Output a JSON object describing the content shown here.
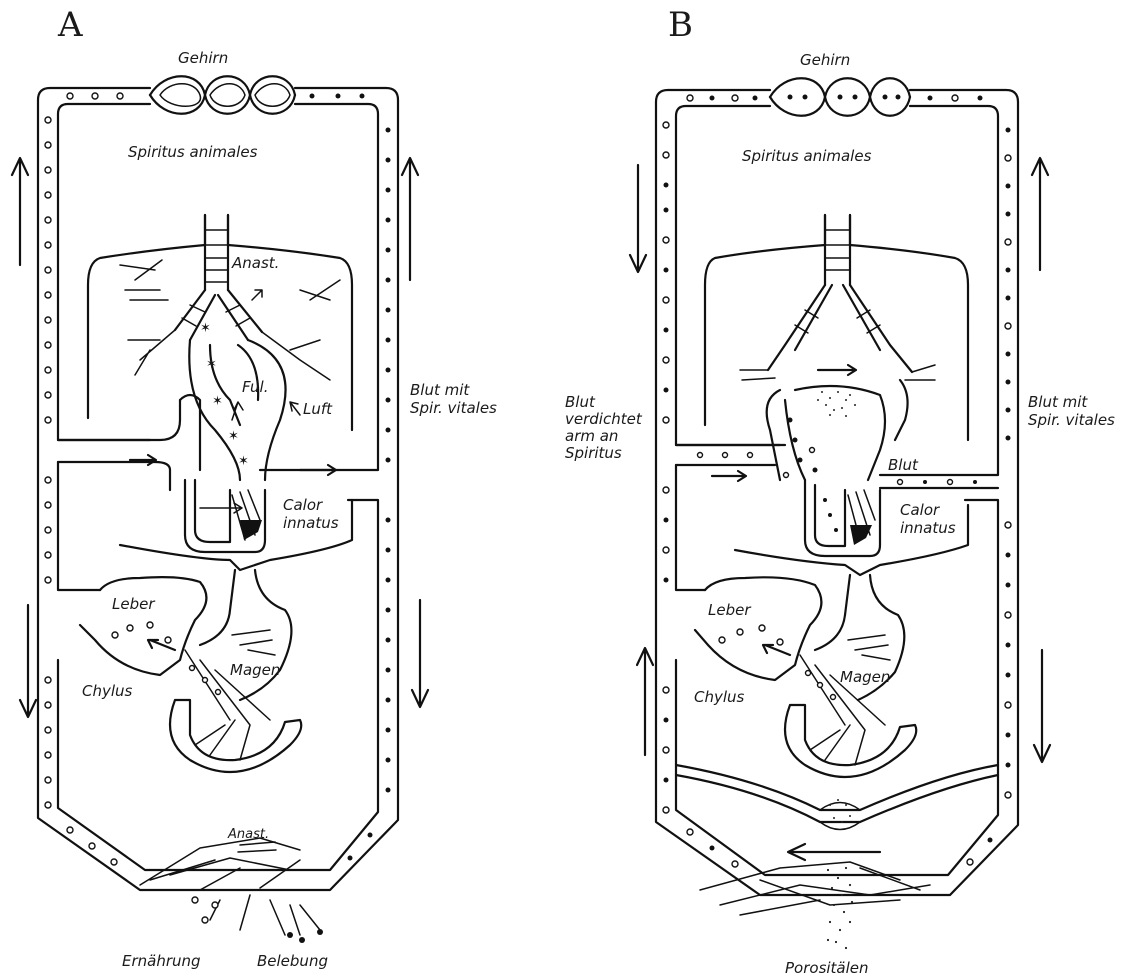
{
  "panels": [
    {
      "id": "A",
      "letter": "A",
      "labels": {
        "brain": "Gehirn",
        "spirits": "Spiritus animales",
        "anast_top": "Anast.",
        "lung": "Ful.",
        "air": "Luft",
        "blood_right": "Blut mit\nSpir. vitales",
        "calor1": "Calor",
        "calor2": "innatus",
        "liver": "Leber",
        "stomach": "Magen",
        "chyle": "Chylus",
        "anast_bottom": "Anast.",
        "nutrition": "Ernährung",
        "enlivening": "Belebung"
      }
    },
    {
      "id": "B",
      "letter": "B",
      "labels": {
        "brain": "Gehirn",
        "spirits": "Spiritus animales",
        "blood_left": "Blut\nverdichtet\narm an\nSpiritus",
        "blood_right": "Blut mit\nSpir. vitales",
        "blood": "Blut",
        "calor1": "Calor",
        "calor2": "innatus",
        "liver": "Leber",
        "stomach": "Magen",
        "chyle": "Chylus",
        "porosities": "Porositälen"
      }
    }
  ],
  "colors": {
    "ink": "#111111",
    "paper": "#ffffff"
  }
}
